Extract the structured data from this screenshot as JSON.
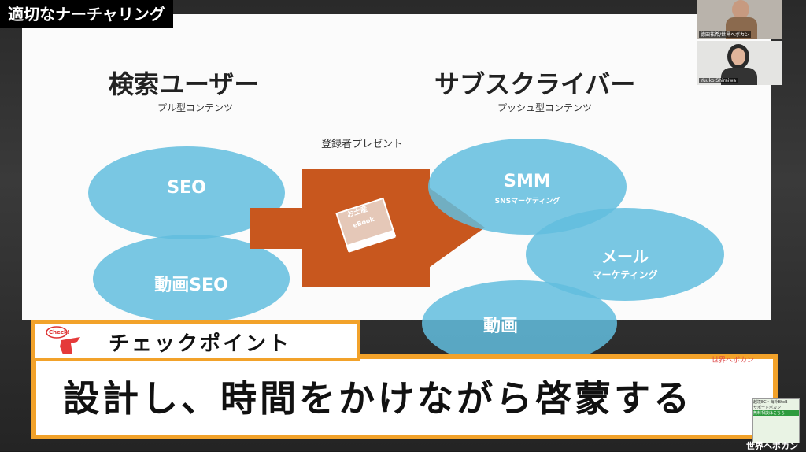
{
  "banner": {
    "title": "適切なナーチャリング"
  },
  "slide": {
    "left_heading": "検索ユーザー",
    "left_sub": "プル型コンテンツ",
    "right_heading": "サブスクライバー",
    "right_sub": "プッシュ型コンテンツ",
    "arrow_label": "登録者プレゼント",
    "book_text": "お土産",
    "book_text2": "eBook",
    "left_items": [
      {
        "label": "SEO"
      },
      {
        "label": "動画SEO"
      }
    ],
    "right_items": [
      {
        "label": "SMM",
        "sub": "SNSマーケティング"
      },
      {
        "label": "メール",
        "sub": "マーケティング"
      },
      {
        "label": "動画",
        "sub": ""
      }
    ]
  },
  "participants": [
    {
      "name": "德田祐希/世界へボカン"
    },
    {
      "name": "Yuuko Shiraiwa"
    }
  ],
  "checkpoint": {
    "label": "チェックポイント",
    "badge": "Check!"
  },
  "caption": {
    "text": "設計し、時間をかけながら啓蒙する"
  },
  "brand": {
    "name": "世界へボカン"
  },
  "corner_ad": {
    "line1": "越境EC・海外BtoB",
    "line2": "サポートボカン",
    "line3": "無料相談はこちら"
  },
  "colors": {
    "ellipse": "#62bdde",
    "arrow": "#c8571e",
    "frame": "#f2a22a"
  }
}
